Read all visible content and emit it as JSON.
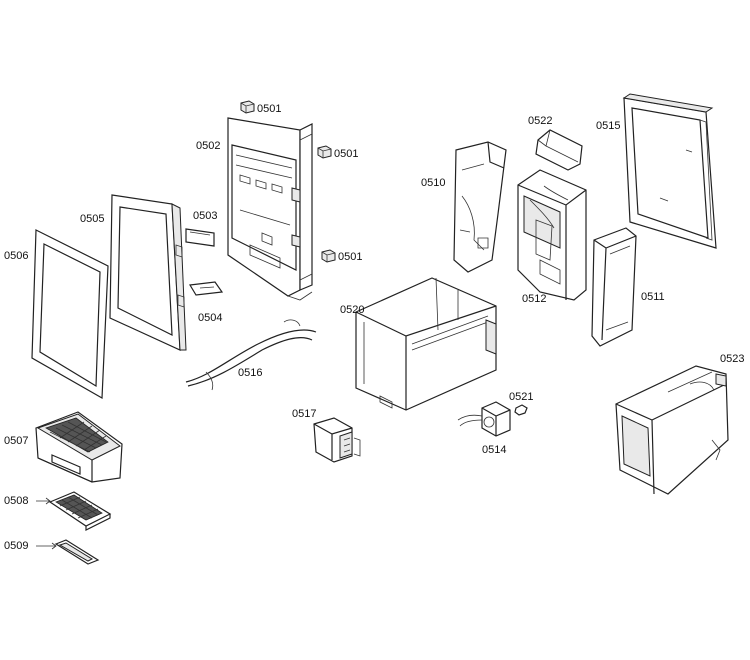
{
  "parts": [
    {
      "id": "p0501a",
      "label": "0501"
    },
    {
      "id": "p0501b",
      "label": "0501"
    },
    {
      "id": "p0501c",
      "label": "0501"
    },
    {
      "id": "p0502",
      "label": "0502"
    },
    {
      "id": "p0503",
      "label": "0503"
    },
    {
      "id": "p0504",
      "label": "0504"
    },
    {
      "id": "p0505",
      "label": "0505"
    },
    {
      "id": "p0506",
      "label": "0506"
    },
    {
      "id": "p0507",
      "label": "0507"
    },
    {
      "id": "p0508",
      "label": "0508"
    },
    {
      "id": "p0509",
      "label": "0509"
    },
    {
      "id": "p0510",
      "label": "0510"
    },
    {
      "id": "p0511",
      "label": "0511"
    },
    {
      "id": "p0512",
      "label": "0512"
    },
    {
      "id": "p0514",
      "label": "0514"
    },
    {
      "id": "p0515",
      "label": "0515"
    },
    {
      "id": "p0516",
      "label": "0516"
    },
    {
      "id": "p0517",
      "label": "0517"
    },
    {
      "id": "p0520",
      "label": "0520"
    },
    {
      "id": "p0521",
      "label": "0521"
    },
    {
      "id": "p0522",
      "label": "0522"
    },
    {
      "id": "p0523",
      "label": "0523"
    }
  ]
}
